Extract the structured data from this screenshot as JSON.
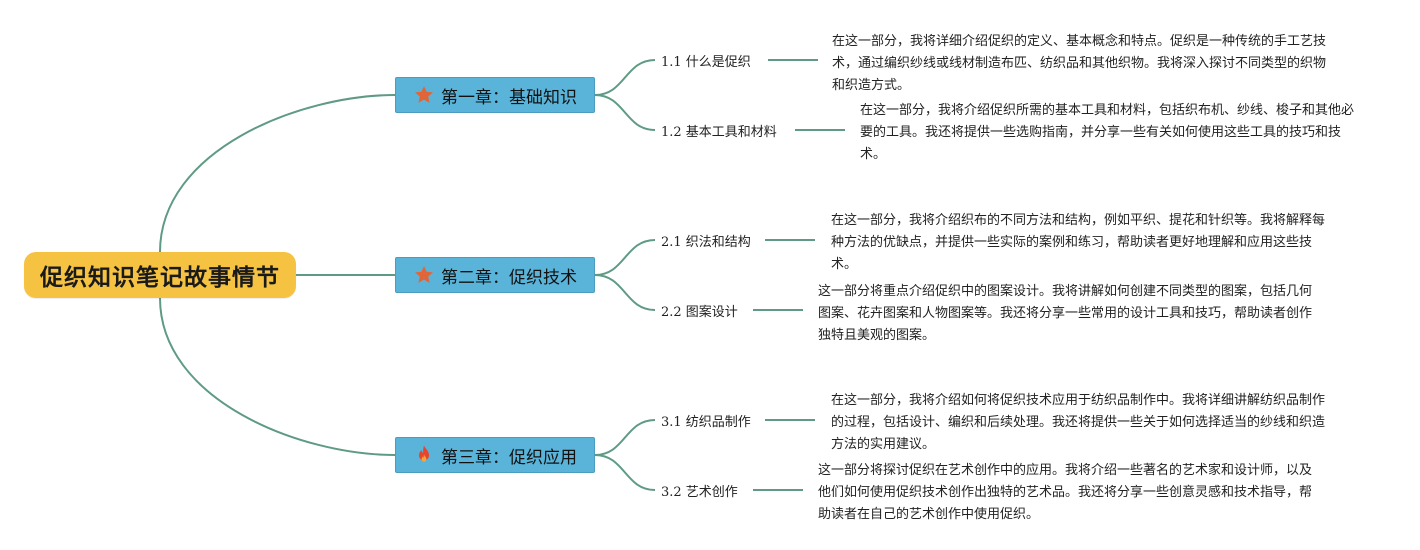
{
  "root": {
    "title": "促织知识笔记故事情节"
  },
  "chapters": [
    {
      "title": "第一章：基础知识",
      "icon": "star-icon",
      "sections": [
        {
          "title": "1.1 什么是促织",
          "desc": "在这一部分，我将详细介绍促织的定义、基本概念和特点。促织是一种传统的手工艺技术，通过编织纱线或线材制造布匹、纺织品和其他织物。我将深入探讨不同类型的织物和织造方式。"
        },
        {
          "title": "1.2 基本工具和材料",
          "desc": "在这一部分，我将介绍促织所需的基本工具和材料，包括织布机、纱线、梭子和其他必要的工具。我还将提供一些选购指南，并分享一些有关如何使用这些工具的技巧和技术。"
        }
      ]
    },
    {
      "title": "第二章：促织技术",
      "icon": "star-icon",
      "sections": [
        {
          "title": "2.1 织法和结构",
          "desc": "在这一部分，我将介绍织布的不同方法和结构，例如平织、提花和针织等。我将解释每种方法的优缺点，并提供一些实际的案例和练习，帮助读者更好地理解和应用这些技术。"
        },
        {
          "title": "2.2 图案设计",
          "desc": "这一部分将重点介绍促织中的图案设计。我将讲解如何创建不同类型的图案，包括几何图案、花卉图案和人物图案等。我还将分享一些常用的设计工具和技巧，帮助读者创作独特且美观的图案。"
        }
      ]
    },
    {
      "title": "第三章：促织应用",
      "icon": "fire-icon",
      "sections": [
        {
          "title": "3.1 纺织品制作",
          "desc": "在这一部分，我将介绍如何将促织技术应用于纺织品制作中。我将详细讲解纺织品制作的过程，包括设计、编织和后续处理。我还将提供一些关于如何选择适当的纱线和织造方法的实用建议。"
        },
        {
          "title": "3.2 艺术创作",
          "desc": "这一部分将探讨促织在艺术创作中的应用。我将介绍一些著名的艺术家和设计师，以及他们如何使用促织技术创作出独特的艺术品。我还将分享一些创意灵感和技术指导，帮助读者在自己的艺术创作中使用促织。"
        }
      ]
    }
  ],
  "colors": {
    "edge": "#5f9b84",
    "root": "#f5c242",
    "chapter": "#5ab4d9",
    "star": "#e0663a",
    "fire": "#e8452c"
  }
}
